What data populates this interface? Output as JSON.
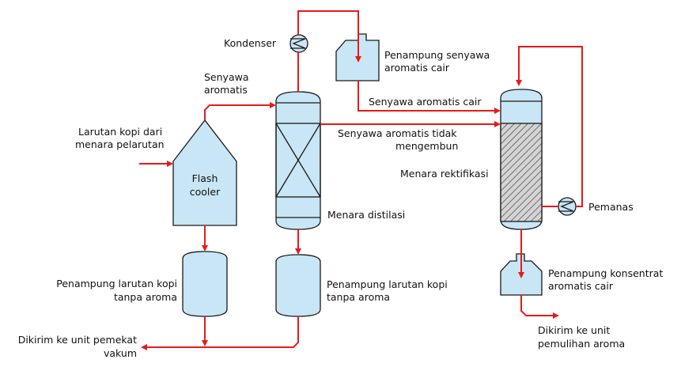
{
  "labels": {
    "kondenser": "Kondenser",
    "penampung_senyawa_1": "Penampung senyawa",
    "penampung_senyawa_2": "aromatis cair",
    "senyawa_aromatis_1": "Senyawa",
    "senyawa_aromatis_2": "aromatis",
    "senyawa_aromatis_cair": "Senyawa aromatis cair",
    "tidak_mengembun_1": "Senyawa aromatis tidak",
    "tidak_mengembun_2": "mengembun",
    "larutan_kopi_1": "Larutan kopi dari",
    "larutan_kopi_2": "menara pelarutan",
    "flash_1": "Flash",
    "flash_2": "cooler",
    "menara_rektifikasi": "Menara rektifikasi",
    "pemanas": "Pemanas",
    "menara_distilasi": "Menara distilasi",
    "penampung_kopi_left_1": "Penampung larutan kopi",
    "penampung_kopi_left_2": "tanpa aroma",
    "penampung_kopi_mid_1": "Penampung larutan kopi",
    "penampung_kopi_mid_2": "tanpa aroma",
    "penampung_konsentrat_1": "Penampung konsentrat",
    "penampung_konsentrat_2": "aromatis cair",
    "dikirim_pemekat_1": "Dikirim ke unit pemekat",
    "dikirim_pemekat_2": "vakum",
    "dikirim_pemulihan_1": "Dikirim ke unit",
    "dikirim_pemulihan_2": "pemulihan aroma"
  },
  "colors": {
    "flow": "#e8191b",
    "vessel_fill": "#c8e6f5",
    "outline": "#1a1a1a"
  }
}
